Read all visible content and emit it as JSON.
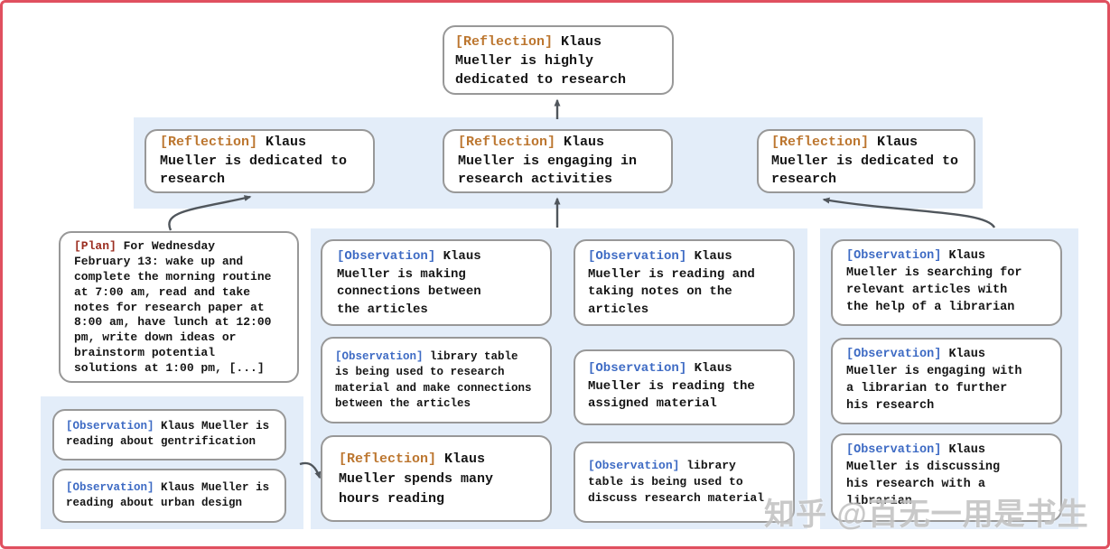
{
  "figure": {
    "description_colors": {
      "frame_border": "#e0505f",
      "panel_blue": "#e3edf9",
      "box_border": "#989898",
      "reflection_label": "#bc762f",
      "plan_label": "#9b2d20",
      "observation_label": "#3e6bc4",
      "body_text": "#151515",
      "arrow": "#50565c"
    }
  },
  "nodes": {
    "top_reflection": {
      "label": "[Reflection]",
      "text": "Klaus Mueller is highly dedicated to research"
    },
    "reflection_1": {
      "label": "[Reflection]",
      "text": "Klaus Mueller is dedicated to research"
    },
    "reflection_2": {
      "label": "[Reflection]",
      "text": "Klaus Mueller is engaging in research activities"
    },
    "reflection_3": {
      "label": "[Reflection]",
      "text": "Klaus Mueller is dedicated to research"
    },
    "plan": {
      "label": "[Plan]",
      "text": "For Wednesday February 13: wake up and complete the morning routine at 7:00 am, read and take notes for research paper at 8:00 am, have lunch at 12:00 pm, write down ideas or brainstorm potential solutions at 1:00 pm, [...]"
    },
    "obs_gentrification": {
      "label": "[Observation]",
      "text": "Klaus Mueller is reading about gentrification"
    },
    "obs_urban_design": {
      "label": "[Observation]",
      "text": "Klaus Mueller is reading about urban design"
    },
    "obs_connections": {
      "label": "[Observation]",
      "text": "Klaus Mueller is making connections between the articles"
    },
    "obs_library_research": {
      "label": "[Observation]",
      "text": "library table is being used to research material and make connections between the articles"
    },
    "reflection_hours": {
      "label": "[Reflection]",
      "text": "Klaus Mueller spends many hours reading"
    },
    "obs_taking_notes": {
      "label": "[Observation]",
      "text": "Klaus Mueller is reading and taking notes on the articles"
    },
    "obs_assigned": {
      "label": "[Observation]",
      "text": "Klaus Mueller is reading the assigned material"
    },
    "obs_library_discuss": {
      "label": "[Observation]",
      "text": "library table is being used to discuss research material"
    },
    "obs_searching": {
      "label": "[Observation]",
      "text": "Klaus Mueller is searching for relevant articles with the help of a librarian"
    },
    "obs_engaging_librarian": {
      "label": "[Observation]",
      "text": "Klaus Mueller is engaging with a librarian to further his research"
    },
    "obs_discussing": {
      "label": "[Observation]",
      "text": "Klaus Mueller is discussing his research with a librarian"
    }
  },
  "watermark": {
    "text": "知乎 @百无一用是书生"
  }
}
